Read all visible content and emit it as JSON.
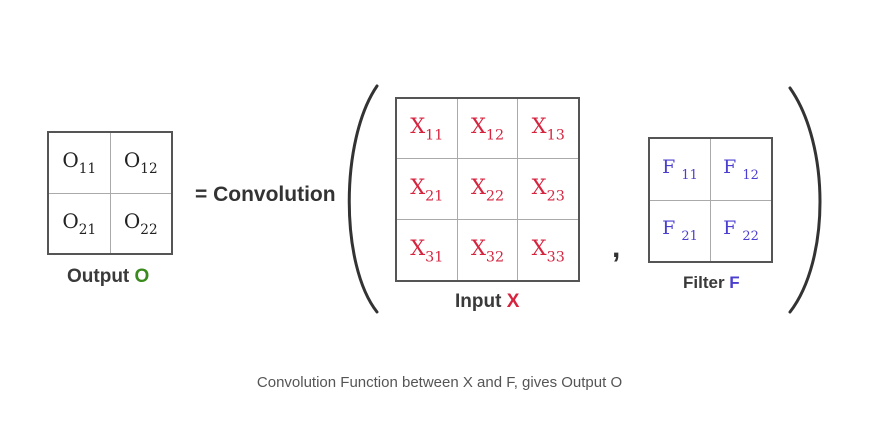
{
  "output": {
    "cells": [
      [
        {
          "base": "O",
          "sub": "11"
        },
        {
          "base": "O",
          "sub": "12"
        }
      ],
      [
        {
          "base": "O",
          "sub": "21"
        },
        {
          "base": "O",
          "sub": "22"
        }
      ]
    ],
    "label_text": "Output",
    "label_symbol": "O"
  },
  "operator_text": "= Convolution",
  "input": {
    "cells": [
      [
        {
          "base": "X",
          "sub": "11"
        },
        {
          "base": "X",
          "sub": "12"
        },
        {
          "base": "X",
          "sub": "13"
        }
      ],
      [
        {
          "base": "X",
          "sub": "21"
        },
        {
          "base": "X",
          "sub": "22"
        },
        {
          "base": "X",
          "sub": "23"
        }
      ],
      [
        {
          "base": "X",
          "sub": "31"
        },
        {
          "base": "X",
          "sub": "32"
        },
        {
          "base": "X",
          "sub": "33"
        }
      ]
    ],
    "label_text": "Input",
    "label_symbol": "X"
  },
  "separator": ",",
  "filter": {
    "cells": [
      [
        {
          "base": "F",
          "sub": "11"
        },
        {
          "base": "F",
          "sub": "12"
        }
      ],
      [
        {
          "base": "F",
          "sub": "21"
        },
        {
          "base": "F",
          "sub": "22"
        }
      ]
    ],
    "label_text": "Filter",
    "label_symbol": "F"
  },
  "caption": "Convolution Function between X and F, gives Output O",
  "colors": {
    "output_accent": "#3a8a1e",
    "input_accent": "#d6243f",
    "filter_accent": "#4b3fcf",
    "text": "#3a3a3a",
    "border": "#555555"
  }
}
